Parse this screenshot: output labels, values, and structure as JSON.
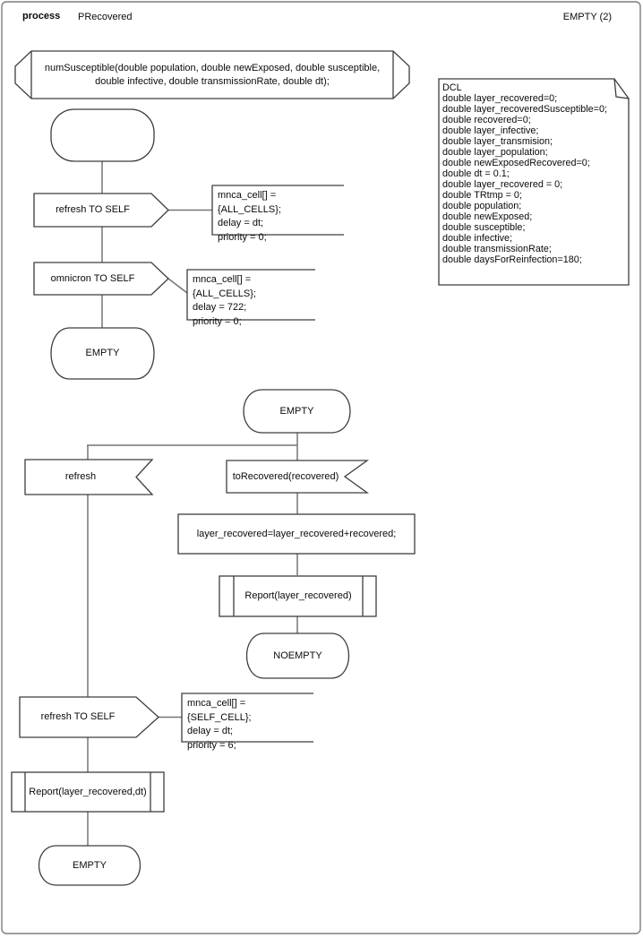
{
  "header": {
    "kind_label": "process",
    "name": "PRecovered",
    "page_label": "EMPTY (2)"
  },
  "signature": {
    "text": "numSusceptible(double population, double newExposed, double susceptible,\ndouble infective, double transmissionRate, double dt);"
  },
  "dcl": {
    "text": "DCL\ndouble layer_recovered=0;\ndouble layer_recoveredSusceptible=0;\ndouble recovered=0;\ndouble layer_infective;\ndouble layer_transmision;\ndouble layer_population;\ndouble newExposedRecovered=0;\ndouble dt = 0.1;\ndouble layer_recovered = 0;\ndouble TRtmp = 0;\ndouble population;\ndouble newExposed;\ndouble susceptible;\ndouble infective;\ndouble transmissionRate;\ndouble daysForReinfection=180;"
  },
  "flow1": {
    "output_refresh": {
      "label": "refresh TO SELF",
      "comment": "mnca_cell[] = {ALL_CELLS};\ndelay = dt;\npriority = 0;"
    },
    "output_omnicron": {
      "label": "omnicron TO SELF",
      "comment": "mnca_cell[] = {ALL_CELLS};\ndelay = 722;\npriority = 0;"
    },
    "end_state": "EMPTY"
  },
  "flow2": {
    "start_state": "EMPTY",
    "input_refresh": "refresh",
    "input_torecovered": "toRecovered(recovered)",
    "task": "layer_recovered=layer_recovered+recovered;",
    "call_report": "Report(layer_recovered)",
    "noempty_state": "NOEMPTY",
    "output_refresh": {
      "label": "refresh TO SELF",
      "comment": "mnca_cell[] = {SELF_CELL};\ndelay = dt;\npriority = 6;"
    },
    "call_report_dt": "Report(layer_recovered,dt)",
    "end_state": "EMPTY"
  },
  "colors": {
    "shape_stroke": "#3d3d3d",
    "connector": "#757575",
    "page_border": "#7d7d7d",
    "background": "#ffffff"
  }
}
